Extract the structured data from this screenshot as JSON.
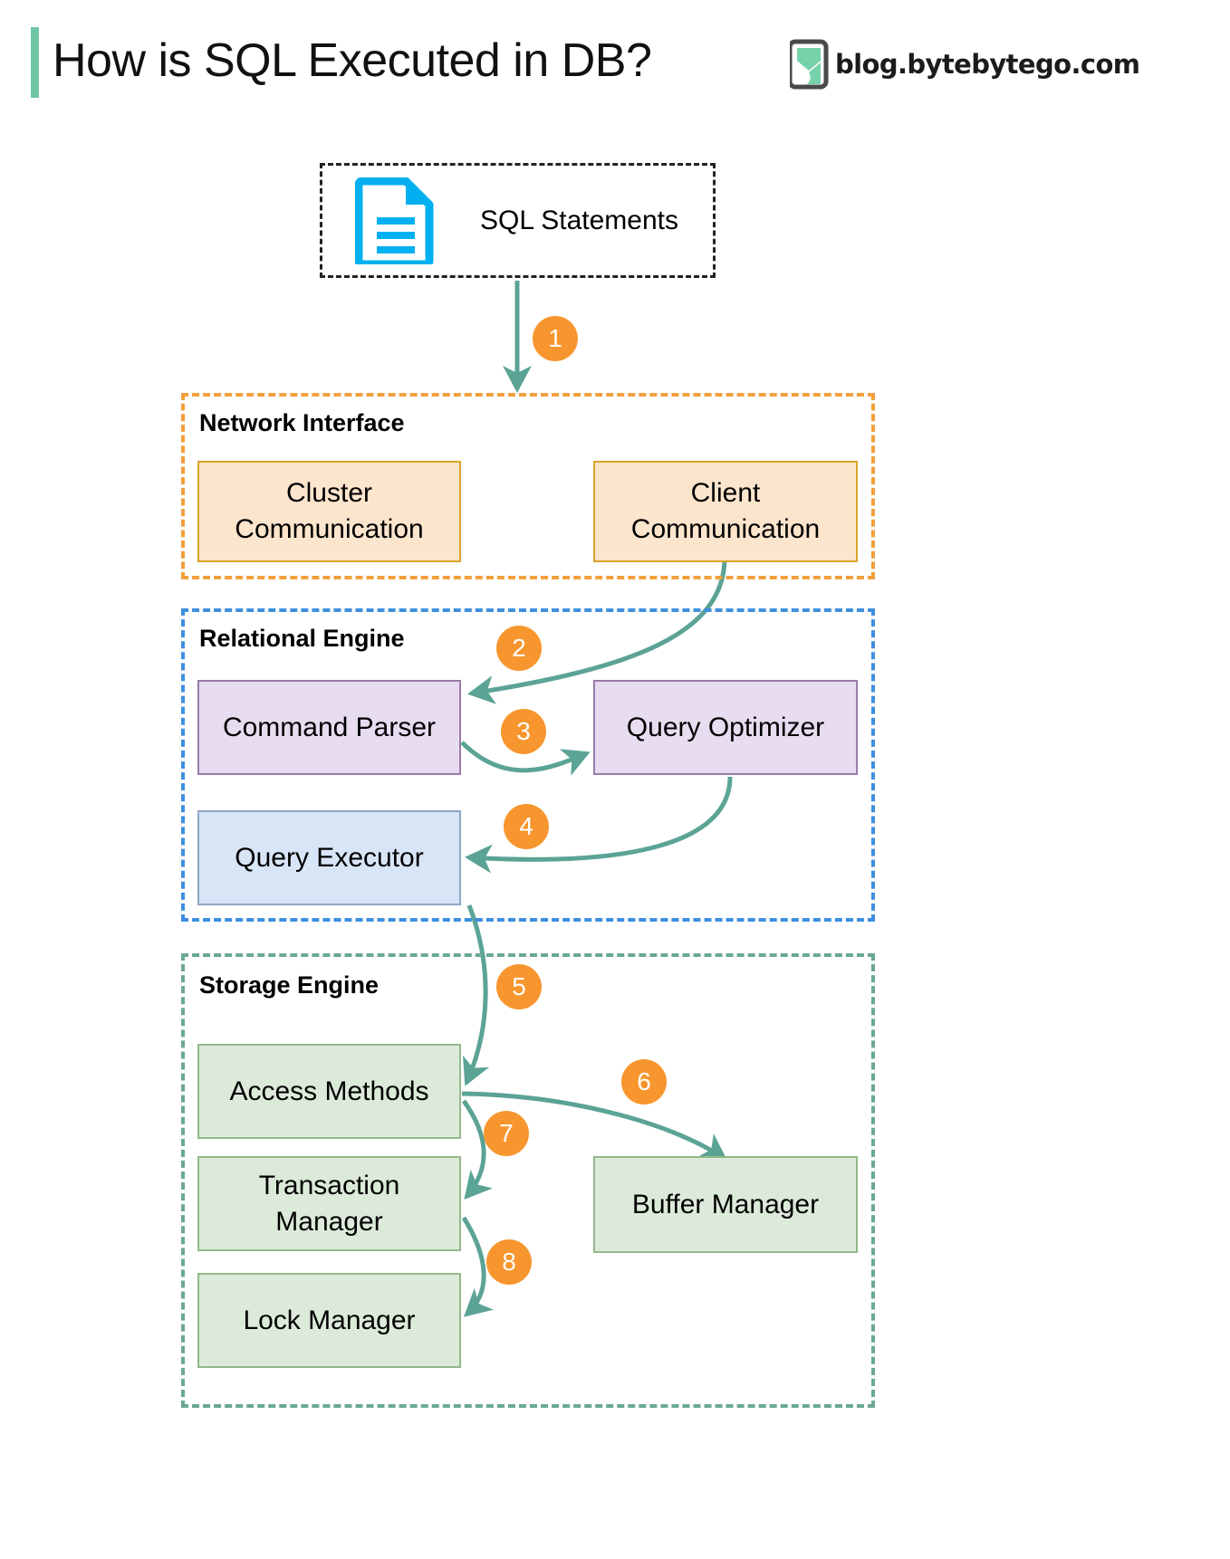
{
  "header": {
    "title": "How is SQL Executed in DB?",
    "brand_text": "blog.bytebytego.com",
    "logo_icon": "bytebytego-logo-icon",
    "accent_color": "#6ec6a4"
  },
  "input": {
    "icon": "document-icon",
    "icon_color": "#00b0f0",
    "label": "SQL Statements"
  },
  "groups": [
    {
      "id": "network",
      "title": "Network Interface",
      "border_color": "#f2a03d",
      "nodes": [
        {
          "id": "cluster-communication",
          "label": "Cluster\nCommunication",
          "fill": "#fce5cd",
          "stroke": "#d9a327"
        },
        {
          "id": "client-communication",
          "label": "Client\nCommunication",
          "fill": "#fce5cd",
          "stroke": "#d9a327"
        }
      ]
    },
    {
      "id": "relational",
      "title": "Relational Engine",
      "border_color": "#3f8fdf",
      "nodes": [
        {
          "id": "command-parser",
          "label": "Command Parser",
          "fill": "#e8dcf0",
          "stroke": "#9a7aab"
        },
        {
          "id": "query-optimizer",
          "label": "Query Optimizer",
          "fill": "#e8dcf0",
          "stroke": "#9a7aab"
        },
        {
          "id": "query-executor",
          "label": "Query Executor",
          "fill": "#d7e5f7",
          "stroke": "#8fa7c4"
        }
      ]
    },
    {
      "id": "storage",
      "title": "Storage Engine",
      "border_color": "#6aa894",
      "nodes": [
        {
          "id": "access-methods",
          "label": "Access Methods",
          "fill": "#dceada",
          "stroke": "#93b98a"
        },
        {
          "id": "transaction-manager",
          "label": "Transaction\nManager",
          "fill": "#dceada",
          "stroke": "#93b98a"
        },
        {
          "id": "lock-manager",
          "label": "Lock Manager",
          "fill": "#dceada",
          "stroke": "#93b98a"
        },
        {
          "id": "buffer-manager",
          "label": "Buffer Manager",
          "fill": "#dceada",
          "stroke": "#93b98a"
        }
      ]
    }
  ],
  "steps": [
    {
      "number": "1",
      "from": "SQL Statements",
      "to": "Network Interface"
    },
    {
      "number": "2",
      "from": "Client Communication",
      "to": "Command Parser"
    },
    {
      "number": "3",
      "from": "Command Parser",
      "to": "Query Optimizer"
    },
    {
      "number": "4",
      "from": "Query Optimizer",
      "to": "Query Executor"
    },
    {
      "number": "5",
      "from": "Query Executor",
      "to": "Access Methods"
    },
    {
      "number": "6",
      "from": "Access Methods",
      "to": "Buffer Manager"
    },
    {
      "number": "7",
      "from": "Access Methods",
      "to": "Transaction Manager"
    },
    {
      "number": "8",
      "from": "Transaction Manager",
      "to": "Lock Manager"
    }
  ],
  "colors": {
    "arrow": "#5ba395",
    "badge": "#f7962e",
    "badge_text": "#ffffff"
  }
}
